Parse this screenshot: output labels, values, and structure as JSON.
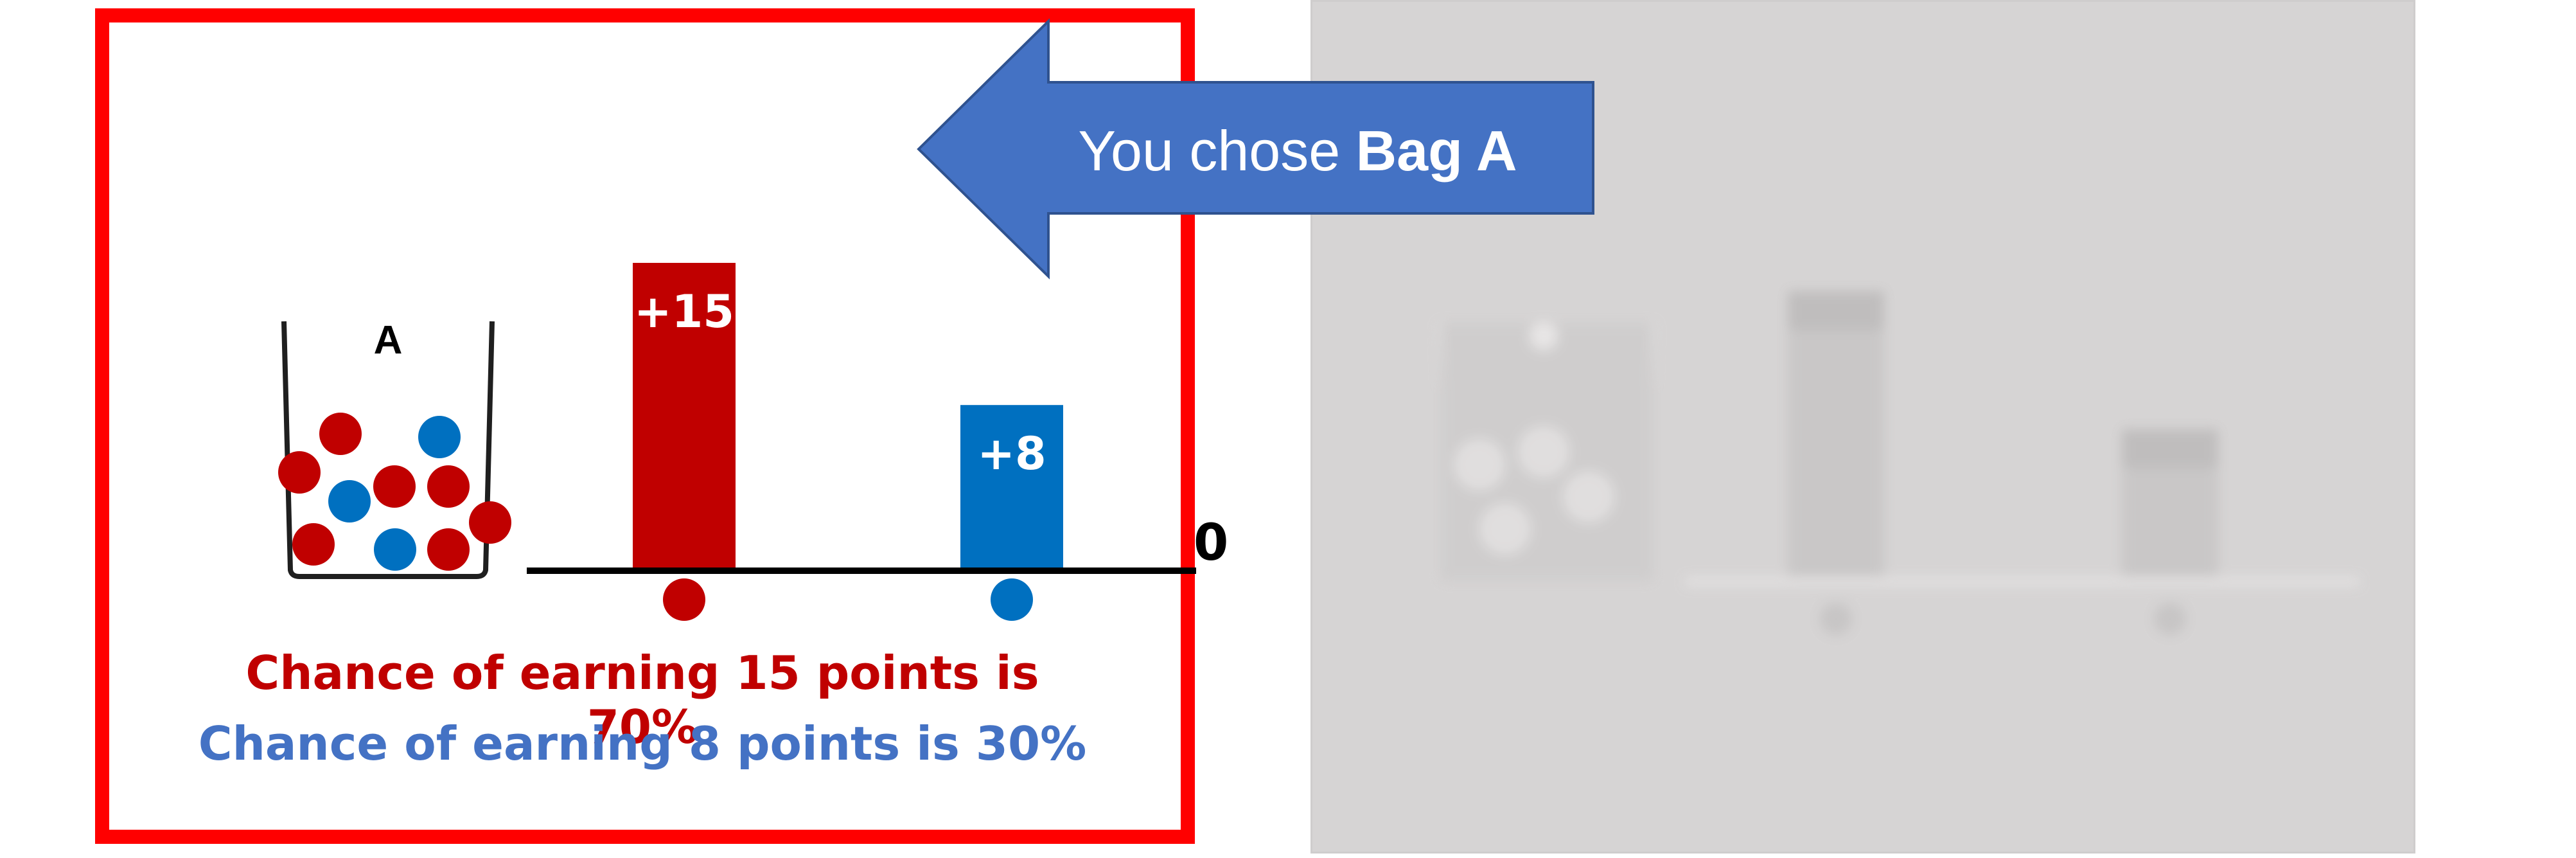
{
  "callout": {
    "prefix": "You chose ",
    "choice": "Bag A",
    "color": "#4472c4"
  },
  "bag_a": {
    "label": "A",
    "outcomes": [
      {
        "label": "+15",
        "value": 15,
        "color": "#c00000",
        "ball_color": "#c00000"
      },
      {
        "label": "+8",
        "value": 8,
        "color": "#0070c0",
        "ball_color": "#0070c0"
      }
    ],
    "ball_counts": {
      "red": 7,
      "blue": 3
    },
    "zero_label": "0",
    "chance_lines": [
      {
        "text": "Chance of earning 15 points is 70%",
        "color": "#c00000"
      },
      {
        "text": "Chance of earning 8 points is 30%",
        "color": "#4472c4"
      }
    ]
  },
  "bag_b": {
    "state": "blurred"
  },
  "colors": {
    "selection_border": "#ff0000",
    "background": "#ffffff",
    "blurred_panel": "#d6d4d4"
  }
}
